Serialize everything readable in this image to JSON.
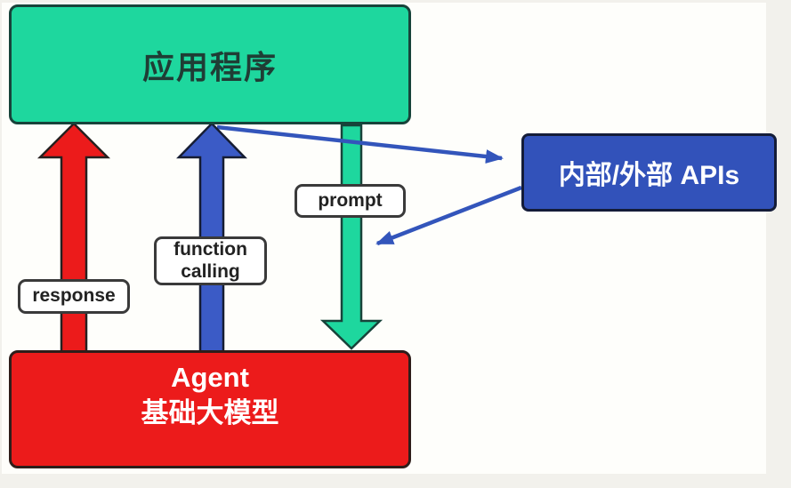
{
  "diagram": {
    "app_box": {
      "label": "应用程序"
    },
    "apis_box": {
      "label": "内部/外部 APIs"
    },
    "agent_box": {
      "line1": "Agent",
      "line2": "基础大模型"
    },
    "arrow_labels": {
      "response": "response",
      "function_calling": "function calling",
      "prompt": "prompt"
    },
    "colors": {
      "green": "#1ED79E",
      "green_border": "#17433A",
      "green_text": "#1F3D35",
      "blue_box": "#3252BA",
      "blue_arrow": "#3B5BC6",
      "blue_line": "#3355BB",
      "blue_border": "#141C38",
      "red": "#EC1B1B",
      "red_border": "#2E1D1A",
      "label_border": "#3A3A3A",
      "label_text": "#222222",
      "white_text": "#FFFFFF",
      "canvas_bg": "#FEFEFB",
      "outer_bg": "#F2F1EC"
    }
  }
}
